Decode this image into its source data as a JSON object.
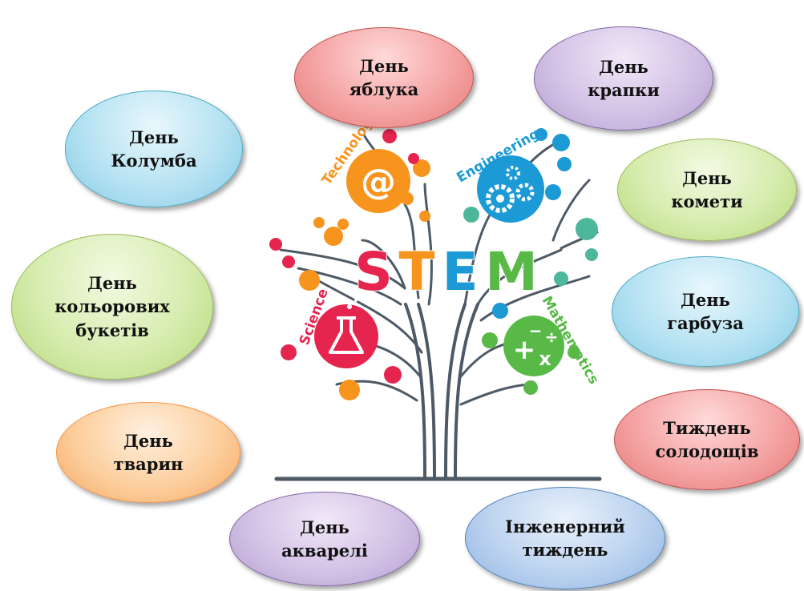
{
  "tree": {
    "title_letters": [
      "S",
      "T",
      "E",
      "M"
    ],
    "branches": {
      "technology": "Technology",
      "engineering": "Engineering",
      "science": "Science",
      "mathematics": "Mathematics"
    },
    "colors": {
      "S": "#e6254e",
      "T": "#f7941d",
      "E": "#1c9ad6",
      "M": "#58b947",
      "trunk": "#4d5a66"
    },
    "icons": [
      "at-sign-icon",
      "gears-icon",
      "flask-icon",
      "math-operators-icon"
    ]
  },
  "bubbles": {
    "apple": "День\nяблука",
    "dot": "День\nкрапки",
    "columbus": "День\nКолумба",
    "comet": "День\nкомети",
    "bouquets": "День\nкольорових\nбукетів",
    "pumpkin": "День\nгарбуза",
    "animals": "День\nтварин",
    "sweets": "Тиждень\nсолодощів",
    "watercolor": "День\nакварелі",
    "engineering_week": "Інженерний\nтиждень"
  }
}
